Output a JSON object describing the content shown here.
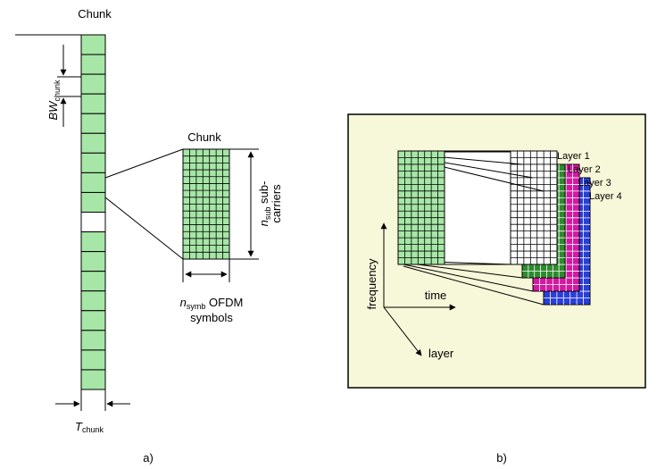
{
  "panel_a": {
    "title": "Chunk",
    "bw_label": "BW",
    "bw_sub": "chunk",
    "t_label": "T",
    "t_sub": "chunk",
    "caption": "a)",
    "zoom": {
      "title": "Chunk",
      "n_sub": "n",
      "n_sub_sub": "sub",
      "sub_text1": " sub-",
      "sub_text2": "carriers",
      "n_symb": "n",
      "n_symb_sub": "symb",
      "symb_text1": " OFDM",
      "symb_text2": "symbols"
    }
  },
  "panel_b": {
    "caption": "b)",
    "layers": [
      "Layer 1",
      "Layer 2",
      "Layer 3",
      "Layer 4"
    ],
    "axis_frequency": "frequency",
    "axis_time": "time",
    "axis_layer": "layer"
  },
  "colors": {
    "chunk_green": "#a6e6a6",
    "background_panel_b": "#f7f7d9",
    "layer1": "#ffffff",
    "layer2": "#2e8b2e",
    "layer3": "#d21aa0",
    "layer4": "#2a3fd8"
  }
}
